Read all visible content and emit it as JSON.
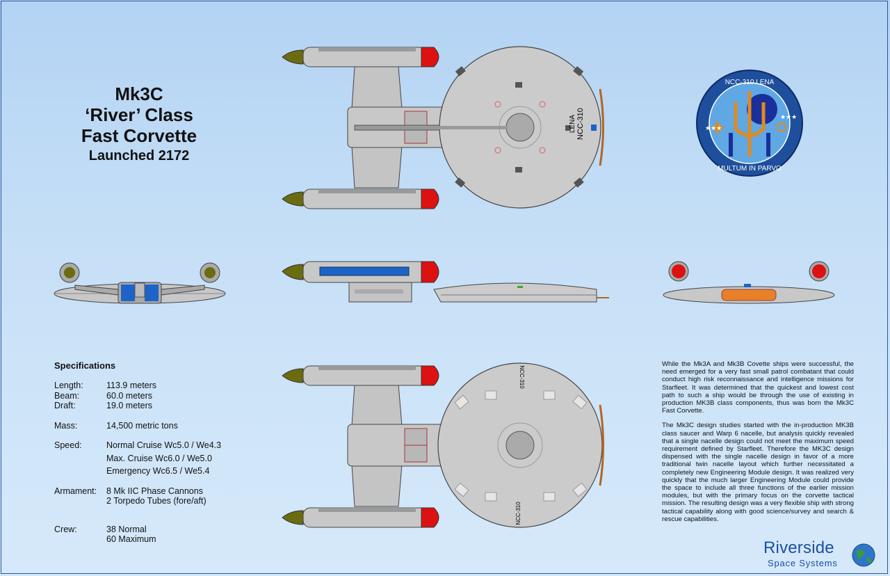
{
  "title": {
    "line1": "Mk3C",
    "line2": "‘River’ Class",
    "line3": "Fast Corvette",
    "line4": "Launched 2172"
  },
  "specs": {
    "heading": "Specifications",
    "length_label": "Length:",
    "length_value": "113.9 meters",
    "beam_label": "Beam:",
    "beam_value": "60.0  meters",
    "draft_label": "Draft:",
    "draft_value": "19.0 meters",
    "mass_label": "Mass:",
    "mass_value": "14,500 metric tons",
    "speed_label": "Speed:",
    "speed_normal": "Normal Cruise Wc5.0 / We4.3",
    "speed_max": "Max. Cruise    Wc6.0 / We5.0",
    "speed_emergency": "Emergency     Wc6.5 / We5.4",
    "armament_label": "Armament:",
    "armament_1": "8 Mk IIC Phase Cannons",
    "armament_2": "2 Torpedo Tubes (fore/aft)",
    "crew_label": "Crew:",
    "crew_1": "38 Normal",
    "crew_2": "60 Maximum"
  },
  "description": {
    "p1": "While the Mk3A and Mk3B Covette ships were successful, the need emerged for a very fast small patrol combatant that could conduct high risk reconnaissance and intelligence missions for Starfleet.  It was determined that the quickest and lowest cost path to such a ship would be through the use of existing in production MK3B class components, thus was born the Mk3C  Fast Corvette.",
    "p2": "The Mk3C design studies started with the in-production MK3B class saucer and Warp 6 nacelle, but analysis quickly revealed that a single nacelle design could not meet the maximum speed requirement defined by Starfleet.  Therefore the MK3C design dispensed with the single nacelle design in favor of a more traditional twin nacelle layout which further necessitated a completely new Engineering Module design.  It was realized very quickly that the much larger Engineering Module could provide the space to include all three functions of the earlier mission modules, but with the primary focus on the corvette tactical mission.  The resulting design was a very flexible ship with strong tactical capability along with good science/survey and search & rescue capabilities."
  },
  "patch": {
    "top_text": "NCC-310 LENA",
    "bottom_text": "MULTUM IN PARVO"
  },
  "hull_markings": {
    "name": "LENA",
    "registry": "NCC-310",
    "registry_ventral": "NCC-310"
  },
  "brand": {
    "name": "Riverside",
    "subtitle": "Space Systems"
  },
  "colors": {
    "hull": "#c8c8c8",
    "nacelle_tip": "#dd1111",
    "nacelle_aft": "#6b6b10",
    "blue_accent": "#1e63c8",
    "brand_blue": "#1b4fa8"
  }
}
